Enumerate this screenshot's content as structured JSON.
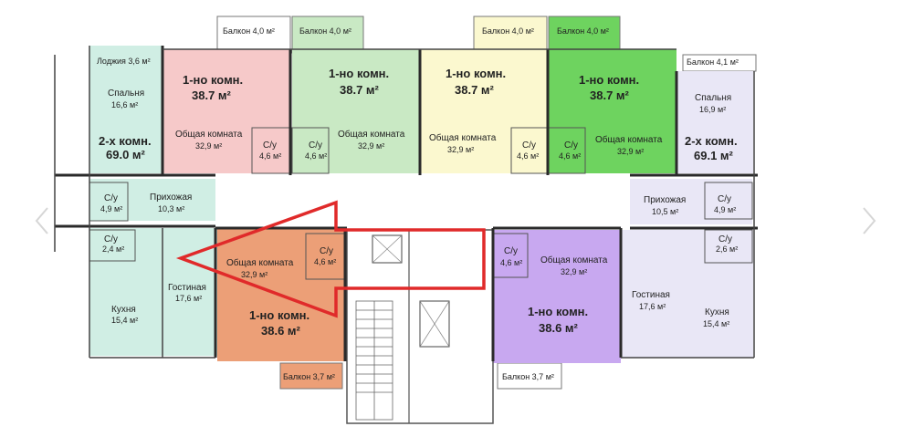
{
  "colors": {
    "green_light": "#c9e9c4",
    "green_bright": "#6ed35f",
    "pink": "#f6c9c9",
    "yellow": "#fbf8cf",
    "teal": "#d0eee4",
    "lavender": "#e9e7f6",
    "orange": "#ec9f77",
    "violet": "#c8a8f0",
    "arrow_red": "#e02a2a"
  },
  "balconies": {
    "b1": "Балкон 4,0 м²",
    "b2": "Балкон 4,0 м²",
    "b3": "Балкон 4,0 м²",
    "b4": "Балкон 4,0 м²",
    "b5": "Балкон 4,1 м²",
    "b6": "Балкон 3,7 м²",
    "b7": "Балкон 3,7 м²",
    "loggia": "Лоджия 3,6 м²"
  },
  "apt_left_2": {
    "bedroom": "Спальня",
    "bedroom_area": "16,6 м²",
    "title": "2-х комн.",
    "area": "69.0 м²",
    "wc1": "С/у",
    "wc1_area": "4,9 м²",
    "hall": "Прихожая",
    "hall_area": "10,3 м²",
    "wc2": "С/у",
    "wc2_area": "2,4 м²",
    "kitchen": "Кухня",
    "kitchen_area": "15,4 м²",
    "living": "Гостиная",
    "living_area": "17,6 м²"
  },
  "apt_pink": {
    "title": "1-но комн.",
    "area": "38.7 м²",
    "room": "Общая комната",
    "room_area": "32,9 м²",
    "wc": "С/у",
    "wc_area": "4,6 м²"
  },
  "apt_green": {
    "title": "1-но комн.",
    "area": "38.7 м²",
    "room": "Общая комната",
    "room_area": "32,9 м²",
    "wc": "С/у",
    "wc_area": "4,6 м²"
  },
  "apt_yellow": {
    "title": "1-но комн.",
    "area": "38.7 м²",
    "room": "Общая комната",
    "room_area": "32,9 м²",
    "wc": "С/у",
    "wc_area": "4,6 м²"
  },
  "apt_bright": {
    "title": "1-но комн.",
    "area": "38.7 м²",
    "room": "Общая комната",
    "room_area": "32,9 м²",
    "wc": "С/у",
    "wc_area": "4,6 м²"
  },
  "apt_right_2": {
    "bedroom": "Спальня",
    "bedroom_area": "16,9 м²",
    "title": "2-х комн.",
    "area": "69.1 м²",
    "hall": "Прихожая",
    "hall_area": "10,5 м²",
    "wc1": "С/у",
    "wc1_area": "4,9 м²",
    "wc2": "С/у",
    "wc2_area": "2,6 м²",
    "living": "Гостиная",
    "living_area": "17,6 м²",
    "kitchen": "Кухня",
    "kitchen_area": "15,4 м²"
  },
  "apt_orange": {
    "title": "1-но комн.",
    "area": "38.6 м²",
    "room": "Общая комната",
    "room_area": "32,9 м²",
    "wc": "С/у",
    "wc_area": "4,6 м²"
  },
  "apt_violet": {
    "title": "1-но комн.",
    "area": "38.6 м²",
    "room": "Общая комната",
    "room_area": "32,9 м²",
    "wc": "С/у",
    "wc_area": "4,6 м²"
  },
  "nav": {
    "prev_icon": "chevron-left-icon",
    "next_icon": "chevron-right-icon"
  }
}
